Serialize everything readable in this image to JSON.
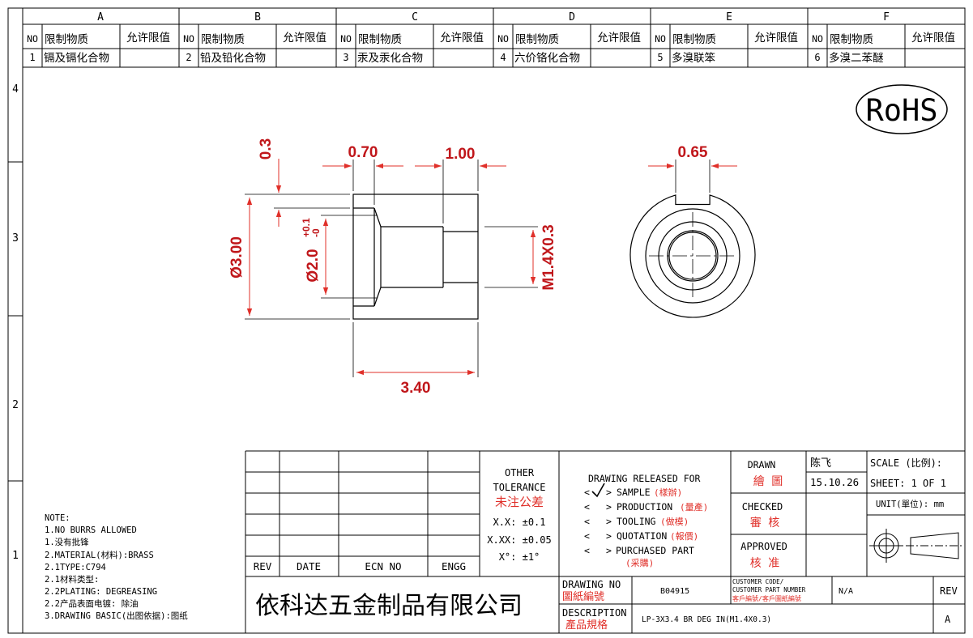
{
  "zones": {
    "columns": [
      "A",
      "B",
      "C",
      "D",
      "E",
      "F"
    ],
    "rows": [
      "4",
      "3",
      "2",
      "1"
    ]
  },
  "restrictions": {
    "headers": {
      "no": "NO",
      "substance": "限制物质",
      "limit": "允许限值"
    },
    "items": [
      {
        "no": "1",
        "substance": "镉及镉化合物",
        "limit": ""
      },
      {
        "no": "2",
        "substance": "铅及铅化合物",
        "limit": ""
      },
      {
        "no": "3",
        "substance": "汞及汞化合物",
        "limit": ""
      },
      {
        "no": "4",
        "substance": "六价铬化合物",
        "limit": ""
      },
      {
        "no": "5",
        "substance": "多溴联笨",
        "limit": ""
      },
      {
        "no": "6",
        "substance": "多溴二苯醚",
        "limit": ""
      }
    ]
  },
  "rohs_label": "RoHS",
  "dimensions": {
    "outer_diameter": "Ø3.00",
    "bore_diameter": "Ø2.0",
    "bore_tol_upper": "+0.1",
    "bore_tol_lower": "-0",
    "thread": "M1.4X0.3",
    "length": "3.40",
    "chamfer": "0.3",
    "bore_depth": "0.70",
    "thread_len": "1.00",
    "slot_width": "0.65"
  },
  "notes": {
    "title": "NOTE:",
    "lines": [
      "1.NO BURRS ALLOWED",
      "1.没有批锋",
      "2.MATERIAL(材料):BRASS",
      "2.1TYPE:C794",
      "2.1材料类型:",
      "2.2PLATING: DEGREASING",
      "2.2产品表面电镀: 除油",
      "3.DRAWING BASIC(出图依据):图纸"
    ]
  },
  "revision_table": {
    "rev": "REV",
    "date": "DATE",
    "ecn": "ECN NO",
    "engg": "ENGG"
  },
  "tolerance": {
    "title1": "OTHER",
    "title2": "TOLERANCE",
    "title_cn": "未注公差",
    "xx": "X.X: ±0.1",
    "xxx": "X.XX: ±0.05",
    "angle": "X°: ±1°"
  },
  "release": {
    "title": "DRAWING RELEASED FOR",
    "items": [
      {
        "label": "SAMPLE",
        "cn": "(樣辦)",
        "checked": true
      },
      {
        "label": "PRODUCTION",
        "cn": "(量產)",
        "checked": false
      },
      {
        "label": "TOOLING",
        "cn": "(做模)",
        "checked": false
      },
      {
        "label": "QUOTATION",
        "cn": "(報價)",
        "checked": false
      },
      {
        "label": "PURCHASED PART",
        "cn": "(采購)",
        "checked": false
      }
    ]
  },
  "signoff": {
    "drawn": "DRAWN",
    "drawn_cn": "繪 圖",
    "drawn_name": "陈飞",
    "drawn_date": "15.10.26",
    "checked": "CHECKED",
    "checked_cn": "審 核",
    "approved": "APPROVED",
    "approved_cn": "核 准"
  },
  "meta": {
    "scale": "SCALE (比例):",
    "sheet": "SHEET:  1 OF 1",
    "unit": "UNIT(單位): mm"
  },
  "company": "依科达五金制品有限公司",
  "drawing_no_label": "DRAWING NO",
  "drawing_no_cn": "圖紙編號",
  "drawing_no": "B04915",
  "customer_label1": "CUSTOMER CODE/",
  "customer_label2": "CUSTOMER PART NUMBER",
  "customer_label_cn": "客戶編號/客戶圖紙編號",
  "customer_value": "N/A",
  "rev_label": "REV",
  "rev_value": "A",
  "description_label": "DESCRIPTION",
  "description_cn": "產品規格",
  "description": "LP-3X3.4 BR DEG IN(M1.4X0.3)"
}
